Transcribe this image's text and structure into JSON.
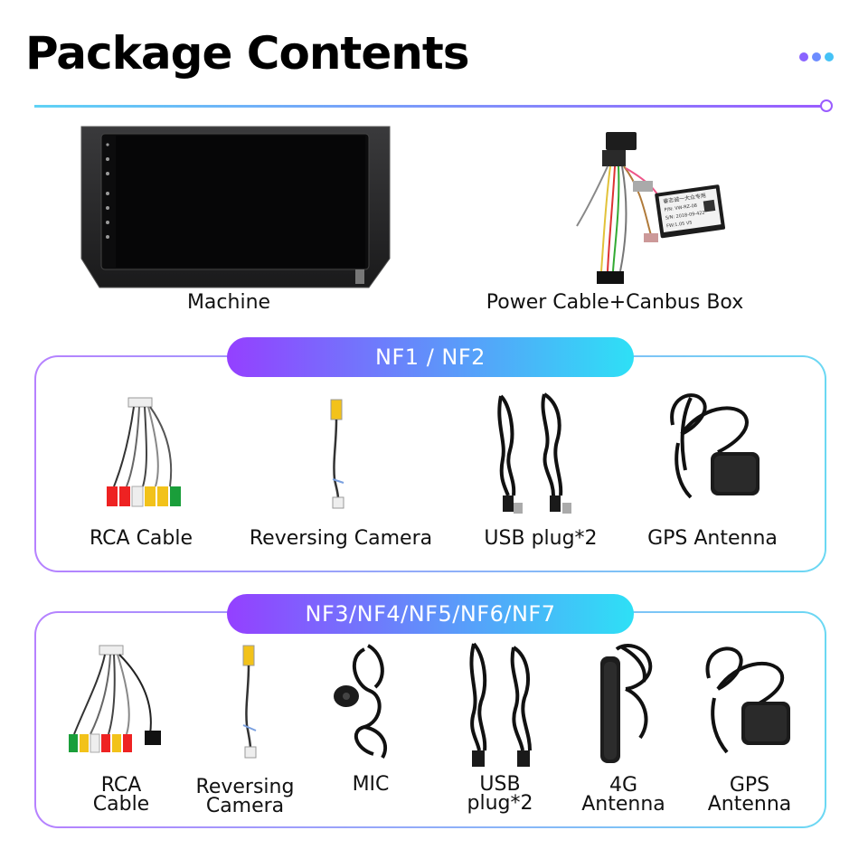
{
  "header": {
    "title": "Package Contents",
    "dot_colors": [
      "#8a63ff",
      "#6d8cff",
      "#45c2f6"
    ]
  },
  "top_items": {
    "machine": "Machine",
    "power": "Power Cable+Canbus Box"
  },
  "canbus_label": {
    "line1": "睿志诚一大众专用",
    "line2": "P/N: VW-RZ-08",
    "line3": "S/N: 2018-09-422",
    "line4": "FW:1.05 V5"
  },
  "group1": {
    "badge": "NF1 / NF2",
    "items": [
      "RCA Cable",
      "Reversing Camera",
      "USB plug*2",
      "GPS Antenna"
    ]
  },
  "group2": {
    "badge": "NF3/NF4/NF5/NF6/NF7",
    "items": [
      {
        "l1": "RCA",
        "l2": "Cable"
      },
      {
        "l1": "Reversing",
        "l2": "Camera"
      },
      {
        "l1": "MIC",
        "l2": ""
      },
      {
        "l1": "USB",
        "l2": "plug*2"
      },
      {
        "l1": "4G",
        "l2": "Antenna"
      },
      {
        "l1": "GPS",
        "l2": "Antenna"
      }
    ]
  }
}
